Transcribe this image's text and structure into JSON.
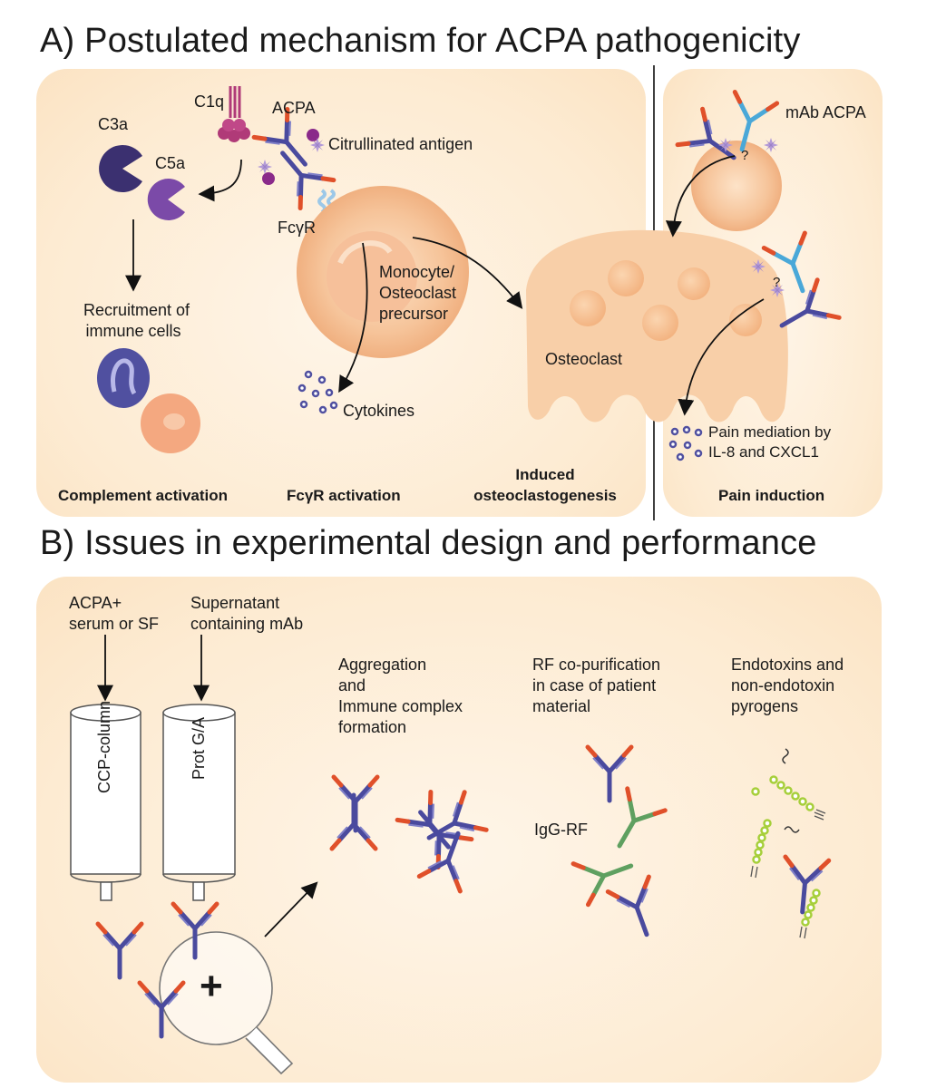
{
  "section_a": {
    "title": "A) Postulated mechanism for ACPA pathogenicity",
    "labels": {
      "c1q": "C1q",
      "acpa": "ACPA",
      "c3a": "C3a",
      "c5a": "C5a",
      "citrullinated_antigen": "Citrullinated antigen",
      "fcgr": "FcγR",
      "recruitment_line1": "Recruitment of",
      "recruitment_line2": "immune cells",
      "monocyte_line1": "Monocyte/",
      "monocyte_line2": "Osteoclast",
      "monocyte_line3": "precursor",
      "cytokines": "Cytokines",
      "osteoclast": "Osteoclast",
      "mab_acpa": "mAb ACPA",
      "question1": "?",
      "question2": "?",
      "pain_mediation_line1": "Pain mediation by",
      "pain_mediation_line2": "IL-8 and CXCL1"
    },
    "captions": {
      "complement": "Complement activation",
      "fcgr_activation": "FcγR activation",
      "induced_line1": "Induced",
      "induced_line2": "osteoclastogenesis",
      "pain_induction": "Pain induction"
    }
  },
  "section_b": {
    "title": "B) Issues in experimental design and performance",
    "labels": {
      "acpa_serum_line1": "ACPA+",
      "acpa_serum_line2": "serum or SF",
      "supernatant_line1": "Supernatant",
      "supernatant_line2": "containing mAb",
      "ccp_column": "CCP-column",
      "prot_ga": "Prot G/A",
      "plus": "+",
      "aggregation_line1": "Aggregation",
      "aggregation_line2": "and",
      "aggregation_line3": "Immune complex",
      "aggregation_line4": "formation",
      "rf_line1": "RF co-purification",
      "rf_line2": "in case of patient",
      "rf_line3": "material",
      "igg_rf": "IgG-RF",
      "endotoxin_line1": "Endotoxins and",
      "endotoxin_line2": "non-endotoxin",
      "endotoxin_line3": "pyrogens"
    }
  },
  "colors": {
    "panel_fill": "#fdebd2",
    "antibody_heavy": "#4a4a9e",
    "antibody_tip": "#e0502a",
    "antibody_light_blue": "#4aa8d8",
    "rf_green": "#5fa060",
    "complement_purple": "#3b3070",
    "c1q_magenta": "#b03a78",
    "cell_orange": "#f4b98a",
    "pyrogen_green": "#a6cf3a"
  }
}
